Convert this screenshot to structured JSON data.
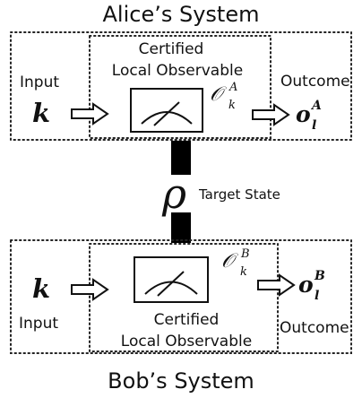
{
  "alice": {
    "title": "Alice’s System",
    "input_label": "Input",
    "input_symbol": "k",
    "observable_line1": "Certified",
    "observable_line2": "Local Observable",
    "observable_symbol": "𝒪",
    "observable_sup": "A",
    "observable_sub": "k",
    "outcome_label": "Outcome",
    "outcome_symbol": "o",
    "outcome_sup": "A",
    "outcome_sub": "l"
  },
  "bob": {
    "title": "Bob’s System",
    "input_label": "Input",
    "input_symbol": "k",
    "observable_line1": "Certified",
    "observable_line2": "Local Observable",
    "observable_symbol": "𝒪",
    "observable_sup": "B",
    "observable_sub": "k",
    "outcome_label": "Outcome",
    "outcome_symbol": "o",
    "outcome_sup": "B",
    "outcome_sub": "l"
  },
  "target": {
    "symbol": "ρ",
    "label": "Target State"
  },
  "colors": {
    "ink": "#111111",
    "connector": "#000000",
    "background": "#ffffff"
  }
}
